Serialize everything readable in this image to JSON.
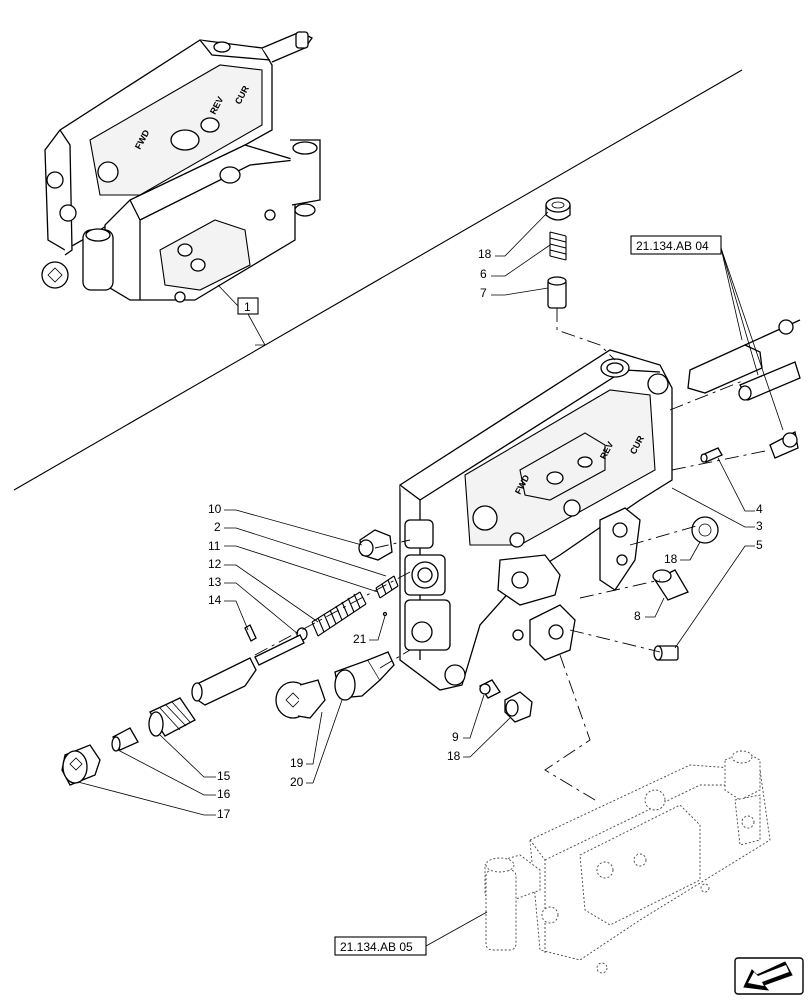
{
  "callouts": {
    "c1": "1",
    "c2": "2",
    "c3": "3",
    "c4": "4",
    "c5": "5",
    "c6": "6",
    "c7": "7",
    "c8": "8",
    "c9": "9",
    "c10": "10",
    "c11": "11",
    "c12": "12",
    "c13": "13",
    "c14": "14",
    "c15": "15",
    "c16": "16",
    "c17": "17",
    "c18a": "18",
    "c18b": "18",
    "c18c": "18",
    "c19": "19",
    "c20": "20",
    "c21": "21"
  },
  "references": {
    "ref_top": "21.134.AB 04",
    "ref_bottom": "21.134.AB 05"
  },
  "embossed": {
    "top_a": "FWD",
    "top_b": "REV",
    "top_c": "CUR",
    "main_a": "FWD",
    "main_b": "REV",
    "main_c": "CUR"
  },
  "icons": {
    "nav": "arrow-down-left-icon"
  }
}
